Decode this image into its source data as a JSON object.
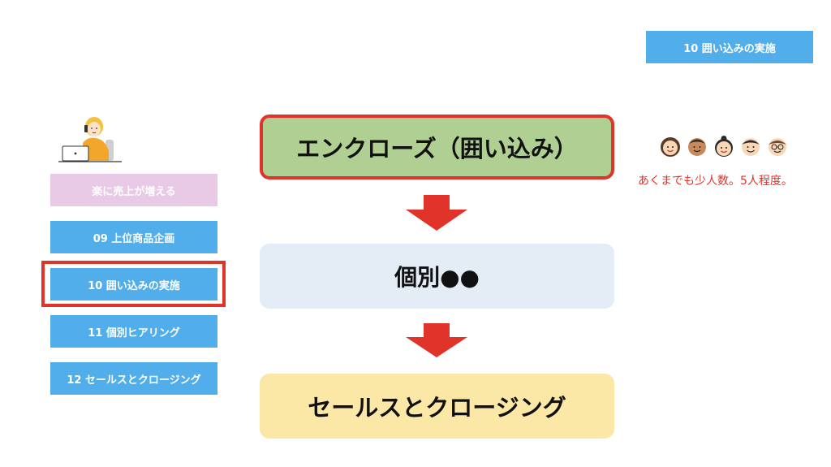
{
  "top_tag": "10 囲い込みの実施",
  "sidebar": {
    "items": [
      {
        "label": "楽に売上が増える"
      },
      {
        "label": "09 上位商品企画"
      },
      {
        "label": "10 囲い込みの実施"
      },
      {
        "label": "11 個別ヒアリング"
      },
      {
        "label": "12 セールスとクロージング"
      }
    ]
  },
  "flow": {
    "steps": [
      {
        "label": "エンクローズ（囲い込み）"
      },
      {
        "label": "個別●●"
      },
      {
        "label": "セールスとクロージング"
      }
    ]
  },
  "note": "あくまでも少人数。5人程度。",
  "colors": {
    "accent_red": "#e0332a",
    "tag_blue": "#52aeea",
    "pink": "#e8c9e6",
    "green": "#afcf93",
    "grey_blue": "#e4ecf5",
    "yellow": "#fbe8a6"
  },
  "icons": {
    "person": "person-at-laptop-icon",
    "faces": [
      "woman-face-icon",
      "man-face-icon",
      "woman-face-icon",
      "man-face-icon",
      "man-glasses-face-icon"
    ],
    "arrow": "down-arrow-icon"
  }
}
